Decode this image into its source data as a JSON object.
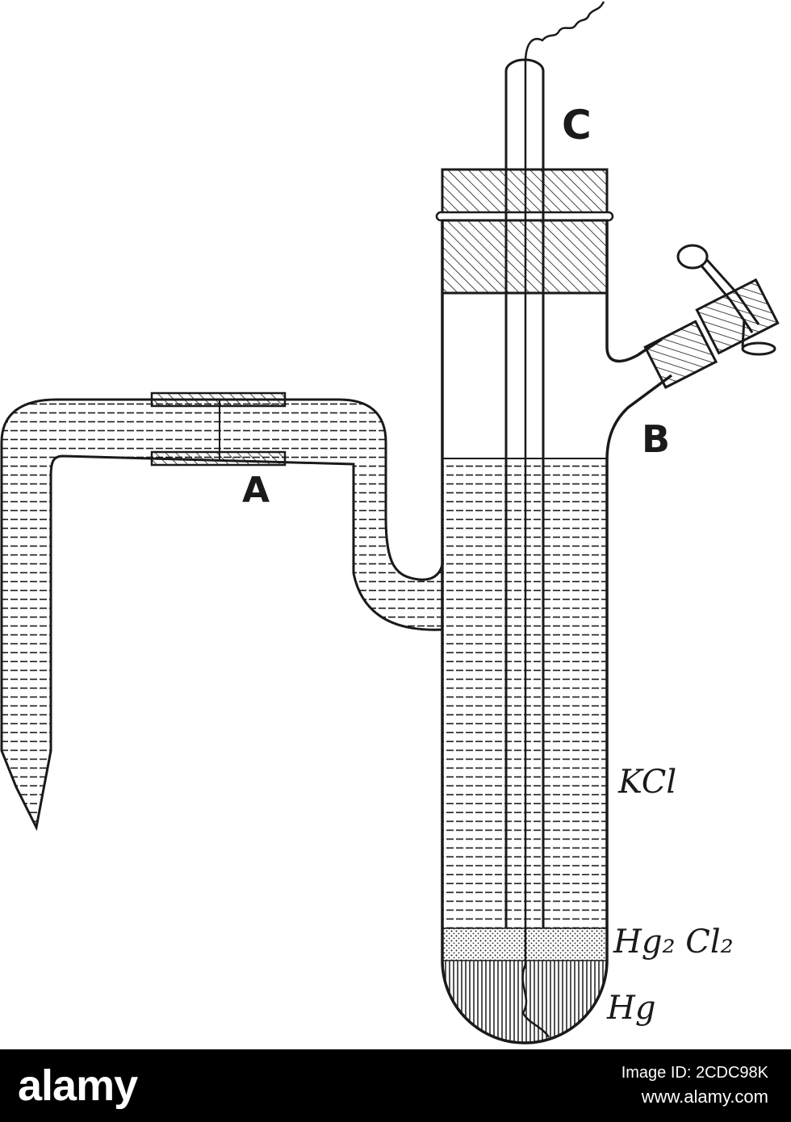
{
  "diagram": {
    "labels": {
      "a": "A",
      "b": "B",
      "c": "C",
      "kcl": "KCl",
      "hg2cl2": "Hg₂ Cl₂",
      "hg": "Hg"
    }
  },
  "footer": {
    "logo": "alamy",
    "image_id": "Image ID: 2CDC98K",
    "site": "www.alamy.com"
  },
  "colors": {
    "ink": "#1a1a1a",
    "background": "#ffffff",
    "footer_bg": "#000000",
    "footer_text": "#ffffff"
  }
}
